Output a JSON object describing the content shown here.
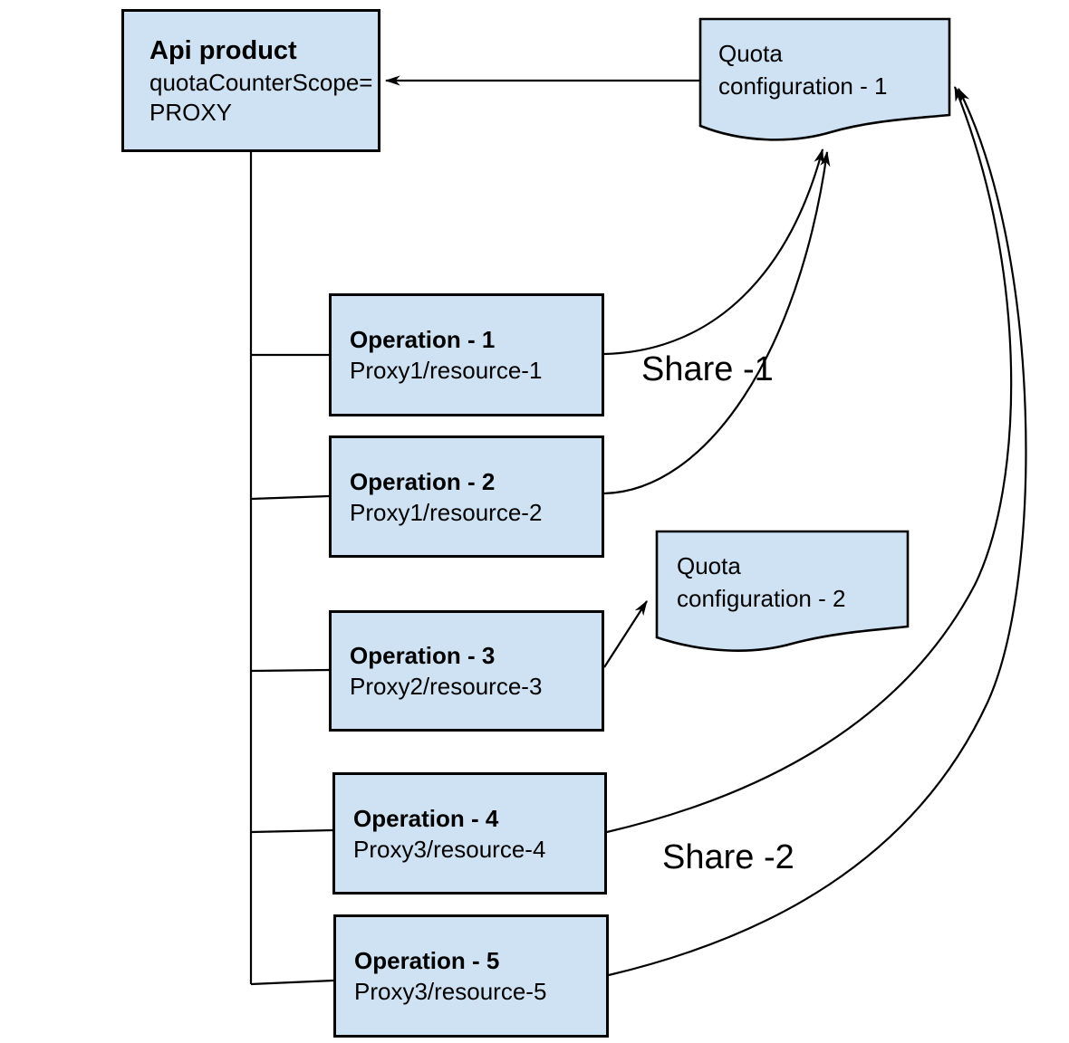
{
  "diagram": {
    "colors": {
      "node_fill": "#cfe2f3",
      "node_border": "#000000",
      "connector": "#000000",
      "text": "#000000"
    },
    "api_product": {
      "title": "Api product",
      "attribute_line1": "quotaCounterScope=",
      "attribute_line2": "PROXY"
    },
    "quota_configs": [
      {
        "line1": "Quota",
        "line2": "configuration - 1"
      },
      {
        "line1": "Quota",
        "line2": "configuration - 2"
      }
    ],
    "operations": [
      {
        "title": "Operation - 1",
        "path": "Proxy1/resource-1"
      },
      {
        "title": "Operation - 2",
        "path": "Proxy1/resource-2"
      },
      {
        "title": "Operation - 3",
        "path": "Proxy2/resource-3"
      },
      {
        "title": "Operation - 4",
        "path": "Proxy3/resource-4"
      },
      {
        "title": "Operation - 5",
        "path": "Proxy3/resource-5"
      }
    ],
    "edge_labels": [
      {
        "text": "Share -1"
      },
      {
        "text": "Share -2"
      }
    ]
  }
}
